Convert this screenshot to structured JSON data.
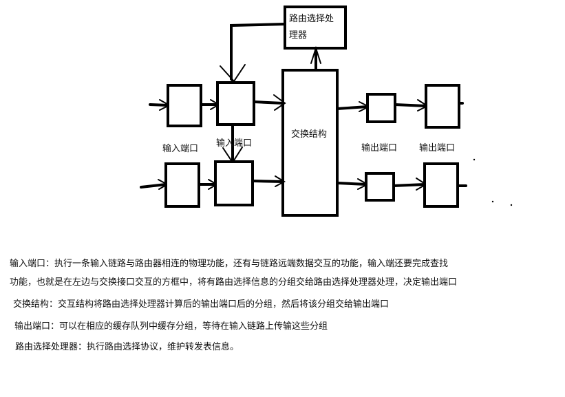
{
  "diagram": {
    "routing_processor_line1": "路由选择处",
    "routing_processor_line2": "理器",
    "input_port_label_a": "输入端口",
    "input_port_label_b": "输入端口",
    "switch_fabric_label": "交换结构",
    "output_port_label_a": "输出端口",
    "output_port_label_b": "输出端口"
  },
  "descriptions": {
    "input_port_line1": "输入端口：执行一条输入链路与路由器相连的物理功能，还有与链路远端数据交互的功能，输入端还要完成查找",
    "input_port_line2": "功能，也就是在左边与交换接口交互的方框中，将有路由选择信息的分组交给路由选择处理器处理，决定输出端口",
    "switch_fabric": "交换结构：交互结构将路由选择处理器计算后的输出端口后的分组，然后将该分组交给输出端口",
    "output_port": "输出端口：可以在相应的缓存队列中缓存分组，等待在输入链路上传输这些分组",
    "routing_processor": "路由选择处理器：执行路由选择协议，维护转发表信息。"
  }
}
